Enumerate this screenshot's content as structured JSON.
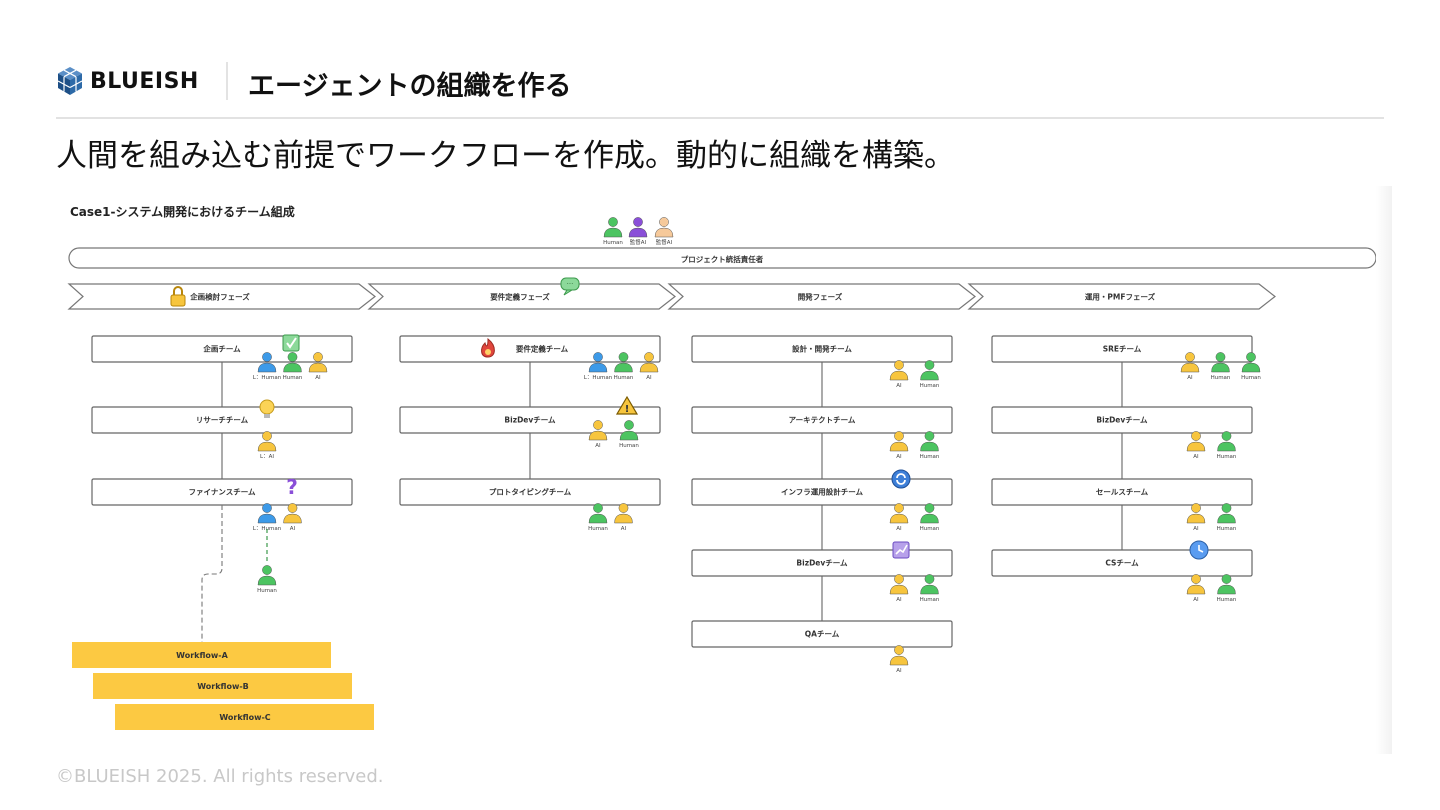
{
  "brand": {
    "name": "BLUEISH",
    "logo_icon": "cube-logo-icon",
    "logo_color": "#2a5c8f"
  },
  "header": {
    "title": "エージェントの組織を作る"
  },
  "subtitle": "人間を組み込む前提でワークフローを作成。動的に組織を構築。",
  "footer": "©BLUEISH 2025. All rights reserved.",
  "colors": {
    "ai": "#f7c53e",
    "human": "#4cc461",
    "lead_human": "#3d9ae8",
    "supervisor_ai": "#8a4fd8",
    "supervisor_ai_light": "#f6c99a",
    "workflow": "#fcc942"
  },
  "diagram": {
    "title": "Case1-システム開発におけるチーム組成",
    "top_people": [
      {
        "label": "Human",
        "role": "human"
      },
      {
        "label": "監督AI",
        "role": "supervisor_ai"
      },
      {
        "label": "監督AI",
        "role": "supervisor_ai_light"
      }
    ],
    "owner": "プロジェクト統括責任者",
    "phases": [
      {
        "name": "企画検討フェーズ",
        "icon": "lock-icon",
        "teams": [
          {
            "name": "企画チーム",
            "badge": "check-icon",
            "members": [
              {
                "label": "L：Human",
                "role": "lead_human"
              },
              {
                "label": "Human",
                "role": "human"
              },
              {
                "label": "AI",
                "role": "ai"
              }
            ]
          },
          {
            "name": "リサーチチーム",
            "badge": "lightbulb-icon",
            "members": [
              {
                "label": "L：AI",
                "role": "ai"
              }
            ]
          },
          {
            "name": "ファイナンスチーム",
            "badge": "question-icon",
            "members": [
              {
                "label": "L：Human",
                "role": "lead_human"
              },
              {
                "label": "AI",
                "role": "ai"
              }
            ],
            "sub_member": {
              "label": "Human",
              "role": "human"
            }
          }
        ]
      },
      {
        "name": "要件定義フェーズ",
        "icon": "speech-bubble-icon",
        "teams": [
          {
            "name": "要件定義チーム",
            "badge": "fire-icon",
            "members": [
              {
                "label": "L：Human",
                "role": "lead_human"
              },
              {
                "label": "Human",
                "role": "human"
              },
              {
                "label": "AI",
                "role": "ai"
              }
            ]
          },
          {
            "name": "BizDevチーム",
            "badge": "warning-icon",
            "members": [
              {
                "label": "AI",
                "role": "ai"
              },
              {
                "label": "Human",
                "role": "human"
              }
            ]
          },
          {
            "name": "プロトタイピングチーム",
            "badge": "",
            "members": [
              {
                "label": "Human",
                "role": "human"
              },
              {
                "label": "AI",
                "role": "ai"
              }
            ]
          }
        ]
      },
      {
        "name": "開発フェーズ",
        "icon": "",
        "teams": [
          {
            "name": "設計・開発チーム",
            "badge": "",
            "members": [
              {
                "label": "AI",
                "role": "ai"
              },
              {
                "label": "Human",
                "role": "human"
              }
            ]
          },
          {
            "name": "アーキテクトチーム",
            "badge": "",
            "members": [
              {
                "label": "AI",
                "role": "ai"
              },
              {
                "label": "Human",
                "role": "human"
              }
            ]
          },
          {
            "name": "インフラ運用設計チーム",
            "badge": "sync-icon",
            "members": [
              {
                "label": "AI",
                "role": "ai"
              },
              {
                "label": "Human",
                "role": "human"
              }
            ]
          },
          {
            "name": "BizDevチーム",
            "badge": "chart-icon",
            "members": [
              {
                "label": "AI",
                "role": "ai"
              },
              {
                "label": "Human",
                "role": "human"
              }
            ]
          },
          {
            "name": "QAチーム",
            "badge": "",
            "members": [
              {
                "label": "AI",
                "role": "ai"
              }
            ]
          }
        ]
      },
      {
        "name": "運用・PMFフェーズ",
        "icon": "",
        "teams": [
          {
            "name": "SREチーム",
            "badge": "",
            "members": [
              {
                "label": "AI",
                "role": "ai"
              },
              {
                "label": "Human",
                "role": "human"
              },
              {
                "label": "Human",
                "role": "human"
              }
            ]
          },
          {
            "name": "BizDevチーム",
            "badge": "",
            "members": [
              {
                "label": "AI",
                "role": "ai"
              },
              {
                "label": "Human",
                "role": "human"
              }
            ]
          },
          {
            "name": "セールスチーム",
            "badge": "",
            "members": [
              {
                "label": "AI",
                "role": "ai"
              },
              {
                "label": "Human",
                "role": "human"
              }
            ]
          },
          {
            "name": "CSチーム",
            "badge": "clock-icon",
            "members": [
              {
                "label": "AI",
                "role": "ai"
              },
              {
                "label": "Human",
                "role": "human"
              }
            ]
          }
        ]
      }
    ],
    "workflows": [
      "Workflow-A",
      "Workflow-B",
      "Workflow-C"
    ]
  }
}
